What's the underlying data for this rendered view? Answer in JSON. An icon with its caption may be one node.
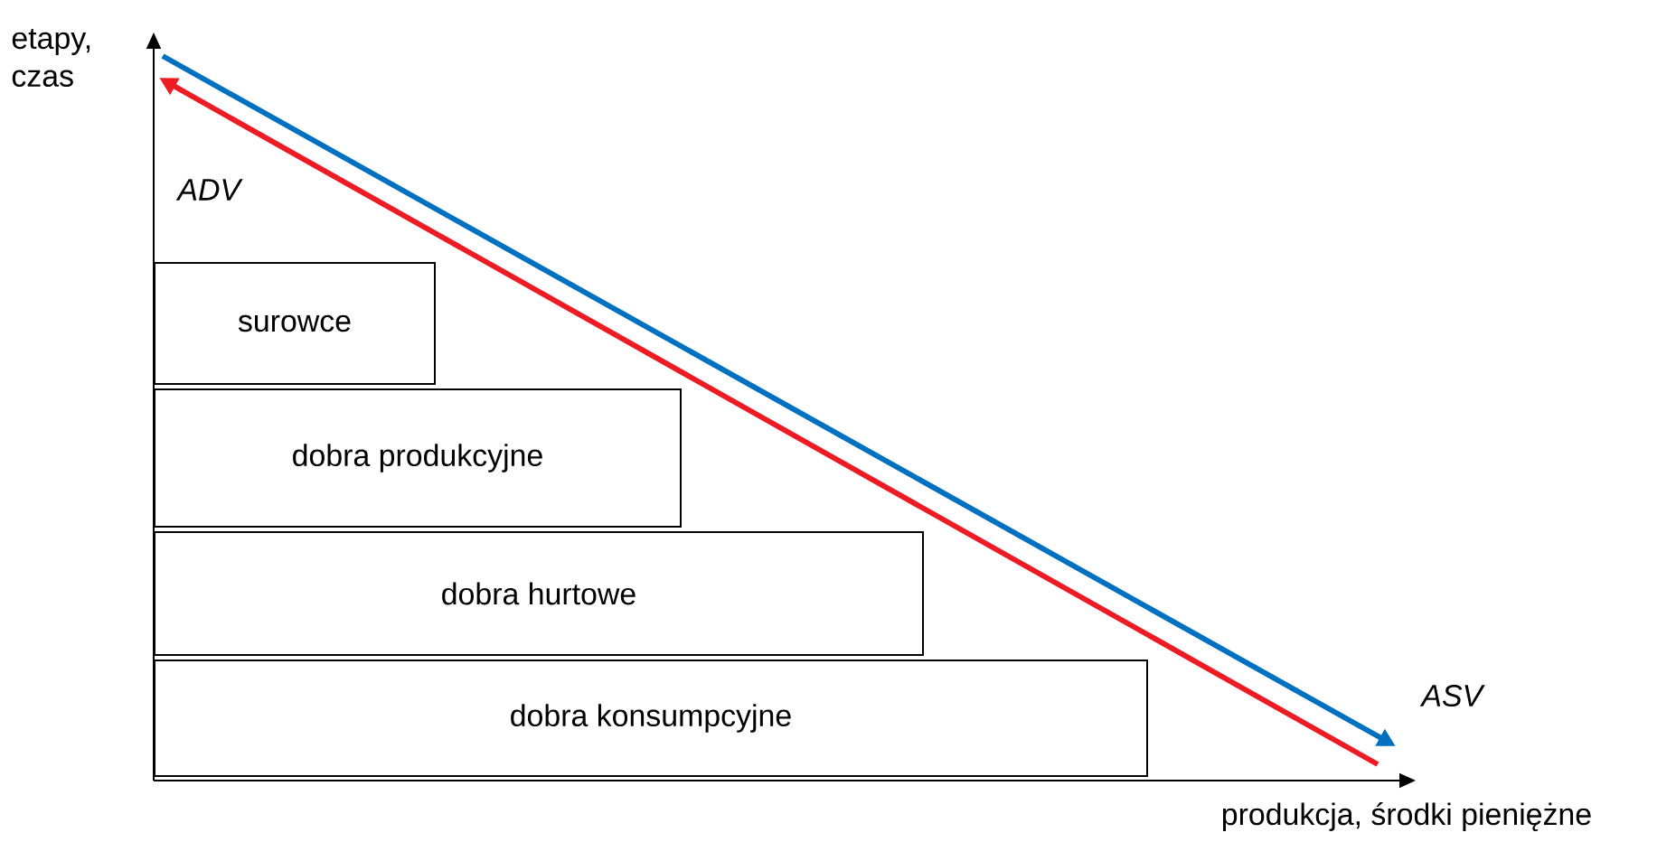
{
  "diagram": {
    "nodes": [
      {
        "text": [
          "surowce"
        ]
      },
      {
        "text": [
          "dobra produkcyjne"
        ]
      },
      {
        "text": [
          "dobra hurtowe"
        ]
      },
      {
        "text": [
          "dobra konsumpcyjne"
        ]
      }
    ],
    "edges": [],
    "labels": [
      "etapy, czas",
      "ADV",
      "ASV",
      "produkcja, środki pieniężne"
    ]
  }
}
